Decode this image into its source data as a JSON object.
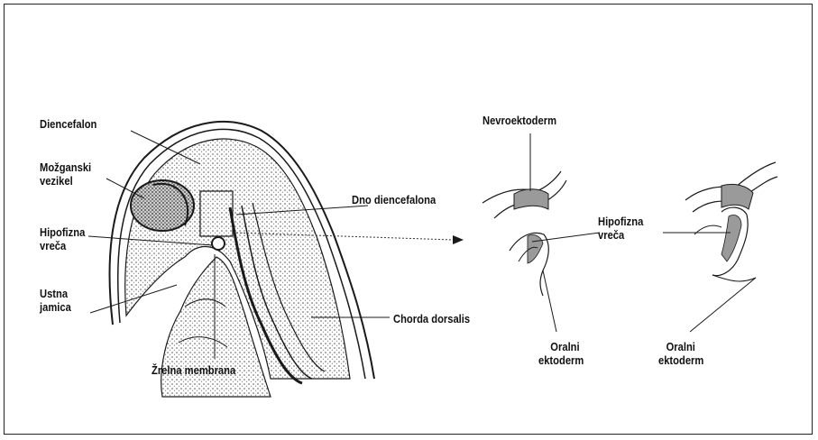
{
  "labels": {
    "diencefalon": "Diencefalon",
    "mozganski_1": "Možganski",
    "mozganski_2": "vezikel",
    "hipofizna_left_1": "Hipofizna",
    "hipofizna_left_2": "vreča",
    "ustna_1": "Ustna",
    "ustna_2": "jamica",
    "zrelna": "Žrelna membrana",
    "dno": "Dno diencefalona",
    "chorda": "Chorda dorsalis",
    "nevroektoderm": "Nevroektoderm",
    "hipofizna_right_1": "Hipofizna",
    "hipofizna_right_2": "vreča",
    "oralni1_1": "Oralni",
    "oralni1_2": "ektoderm",
    "oralni2_1": "Oralni",
    "oralni2_2": "ektoderm"
  },
  "colors": {
    "line": "#1a1a1a",
    "stipple": "#555555",
    "shade": "#9a9a9a"
  }
}
